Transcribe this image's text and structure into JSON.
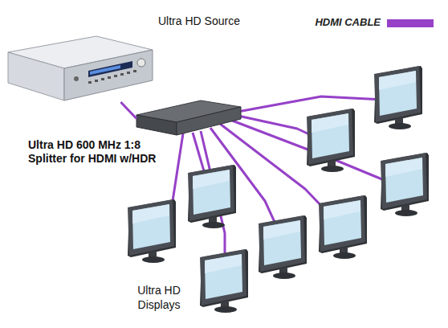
{
  "diagram": {
    "nodes": [
      {
        "text": [
          "Ultra HD Source"
        ]
      },
      {
        "text": [
          "Ultra HD 600 MHz 1:8 Splitter for HDMI w/HDR"
        ]
      }
    ],
    "edges": [
      {
        "from": 0,
        "to": 1,
        "arrow": "none"
      }
    ],
    "labels": [
      "Ultra HD Displays"
    ],
    "legend": [
      {
        "text": "HDMI CABLE",
        "color": "#9641c8"
      }
    ]
  }
}
